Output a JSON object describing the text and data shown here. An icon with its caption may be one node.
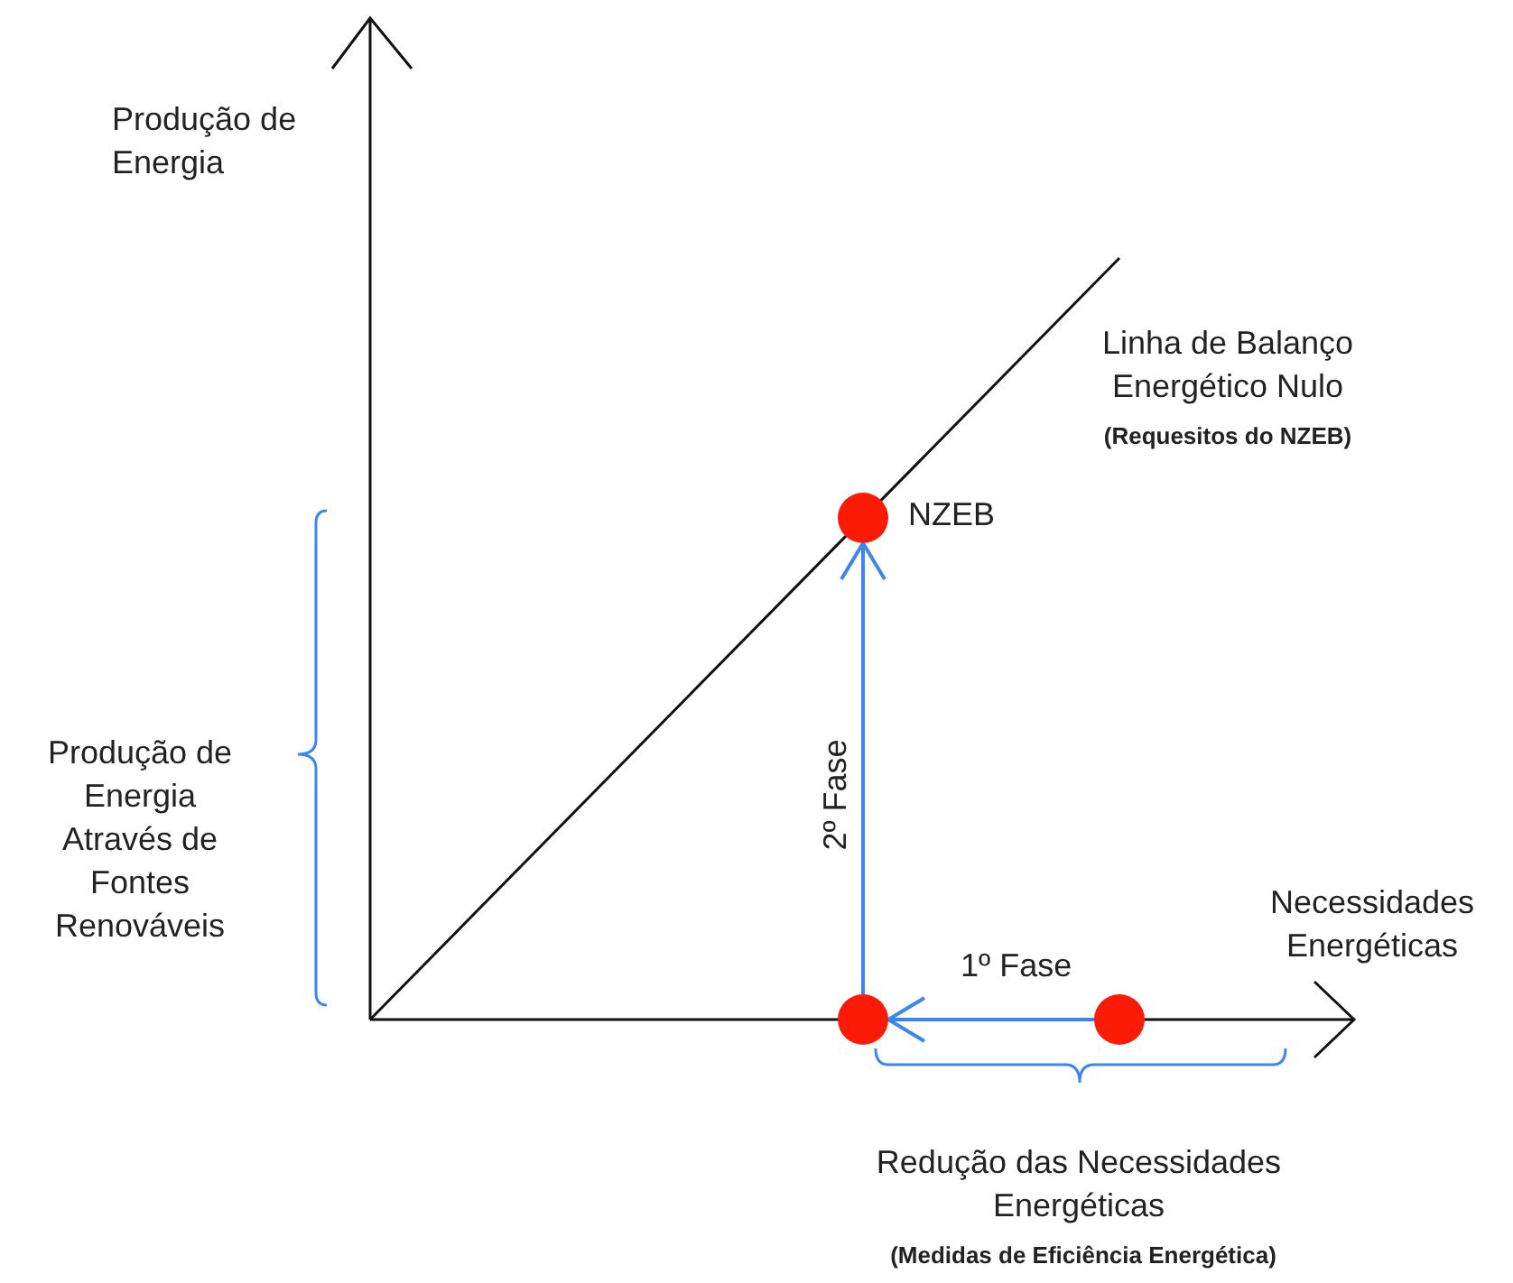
{
  "diagram": {
    "nodes": [
      {
        "text": [],
        "shape": "circle",
        "beside": [
          "NZEB"
        ]
      },
      {
        "text": [],
        "shape": "circle"
      },
      {
        "text": [],
        "shape": "circle"
      }
    ],
    "edges": [
      {
        "from": 2,
        "to": 1,
        "arrow": "to",
        "label": "1º Fase"
      },
      {
        "from": 1,
        "to": 0,
        "arrow": "to",
        "label": "2º Fase"
      }
    ],
    "labels": [
      "Produção de Energia",
      "Linha de Balanço Energético Nulo",
      "(Requesitos do NZEB)",
      "Produção de Energia Através de Fontes Renováveis",
      "Necessidades Energéticas",
      "Redução das Necessidades Energéticas",
      "(Medidas de Eficiência Energética)"
    ]
  }
}
